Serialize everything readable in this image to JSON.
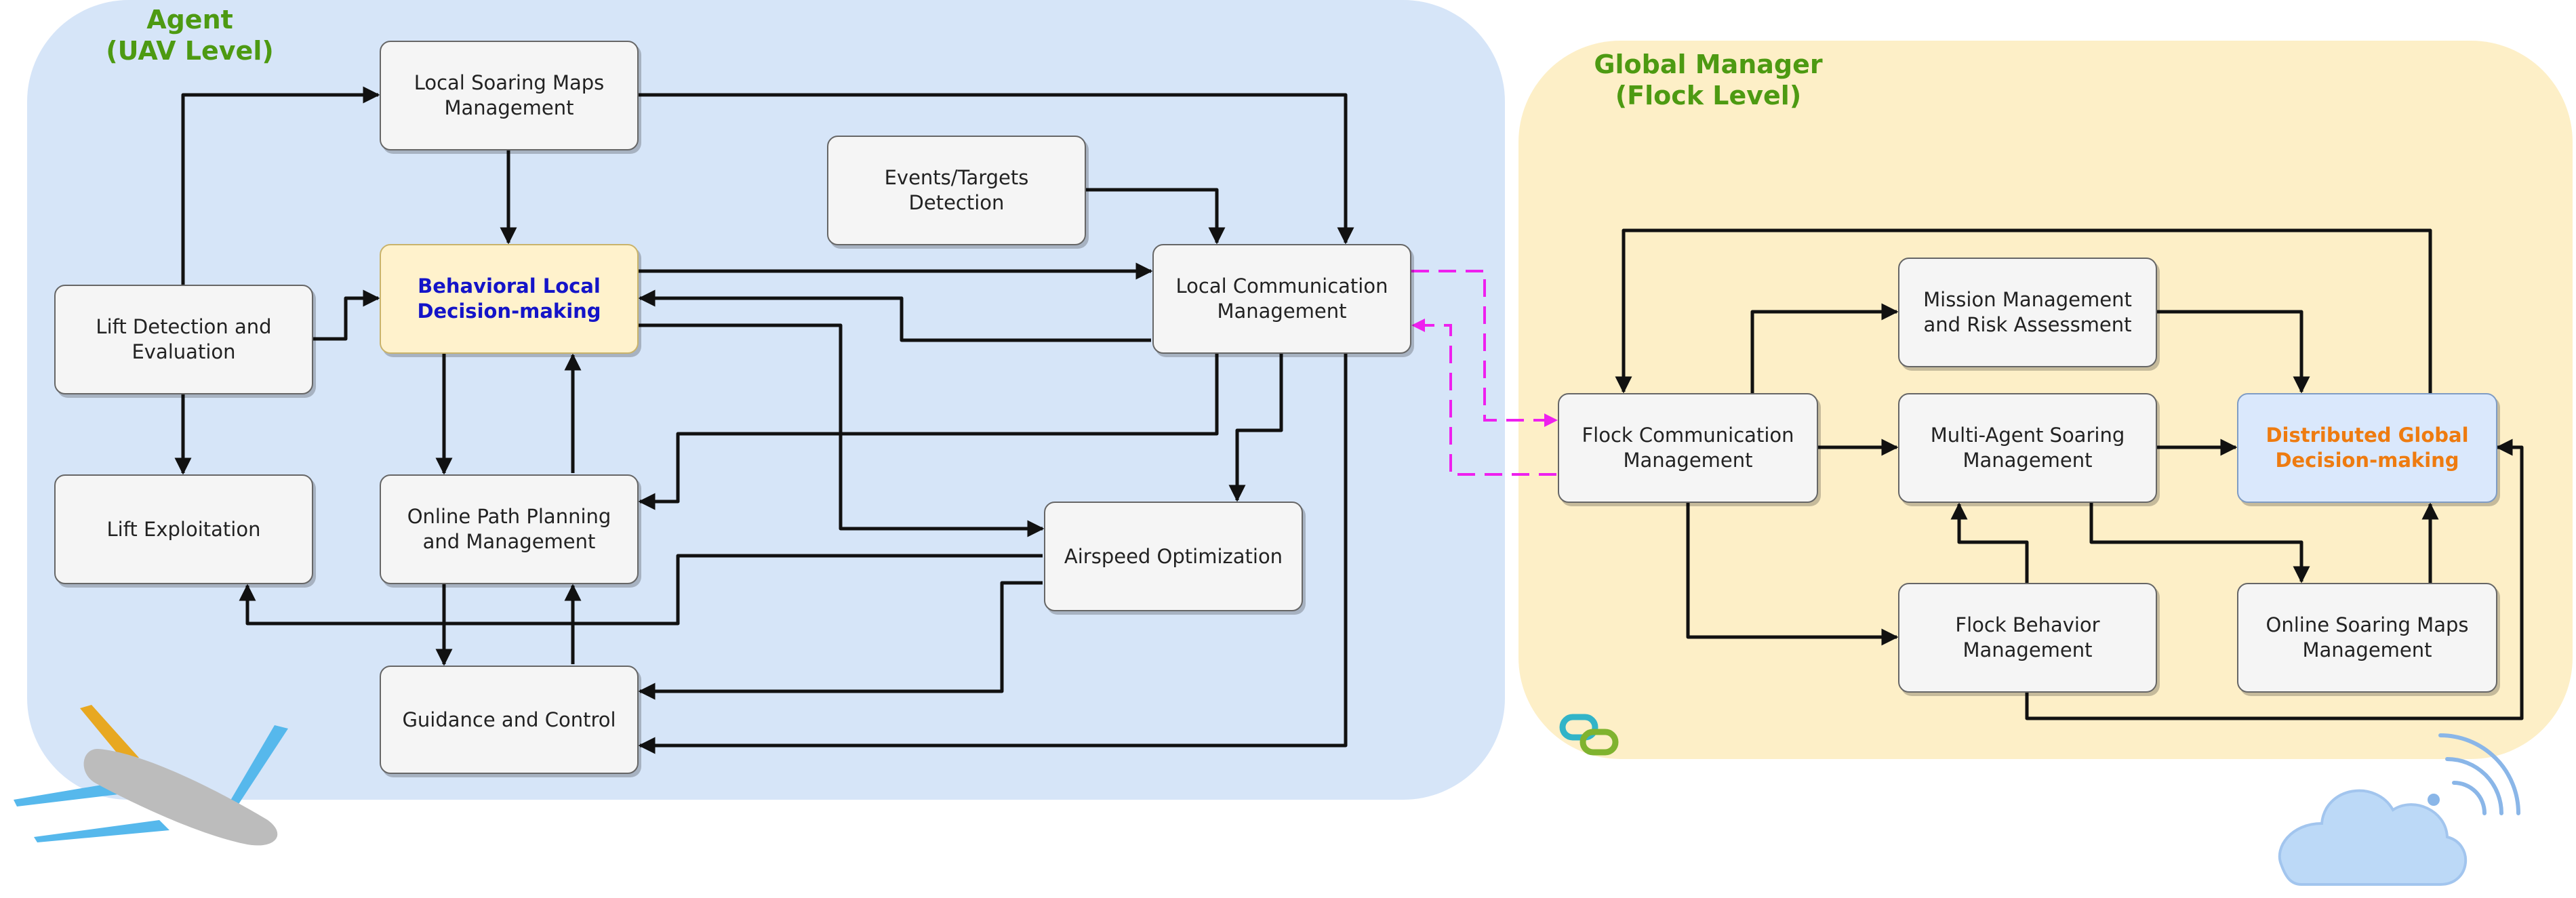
{
  "panels": {
    "agent": {
      "title_line1": "Agent",
      "title_line2": "(UAV Level)",
      "fill": "#d6e5f8"
    },
    "global": {
      "title_line1": "Global Manager",
      "title_line2": "(Flock Level)",
      "fill": "#fdefc7"
    }
  },
  "nodes": {
    "local_soaring_maps": {
      "line1": "Local Soaring Maps",
      "line2": "Management"
    },
    "behavioral_local": {
      "line1": "Behavioral Local",
      "line2": "Decision-making"
    },
    "lift_detection": {
      "line1": "Lift Detection and",
      "line2": "Evaluation"
    },
    "lift_exploitation": {
      "line1": "Lift Exploitation",
      "line2": ""
    },
    "online_path": {
      "line1": "Online Path Planning",
      "line2": "and Management"
    },
    "guidance": {
      "line1": "Guidance and Control",
      "line2": ""
    },
    "events_targets": {
      "line1": "Events/Targets",
      "line2": "Detection"
    },
    "local_comm": {
      "line1": "Local Communication",
      "line2": "Management"
    },
    "airspeed": {
      "line1": "Airspeed Optimization",
      "line2": ""
    },
    "flock_comm": {
      "line1": "Flock Communication",
      "line2": "Management"
    },
    "mission": {
      "line1": "Mission Management",
      "line2": "and Risk Assessment"
    },
    "multi_agent": {
      "line1": "Multi-Agent Soaring",
      "line2": "Management"
    },
    "distributed": {
      "line1": "Distributed Global",
      "line2": "Decision-making"
    },
    "flock_behavior": {
      "line1": "Flock Behavior",
      "line2": "Management"
    },
    "online_soaring_maps": {
      "line1": "Online Soaring Maps",
      "line2": "Management"
    }
  },
  "icons": [
    "airplane-icon",
    "link-icon",
    "cloud-wifi-icon"
  ],
  "colors": {
    "title_green": "#4d9a12",
    "highlight_blue_text": "#1414c8",
    "highlight_orange_text": "#ee7b10",
    "comm_link_magenta": "#ee20ee"
  }
}
